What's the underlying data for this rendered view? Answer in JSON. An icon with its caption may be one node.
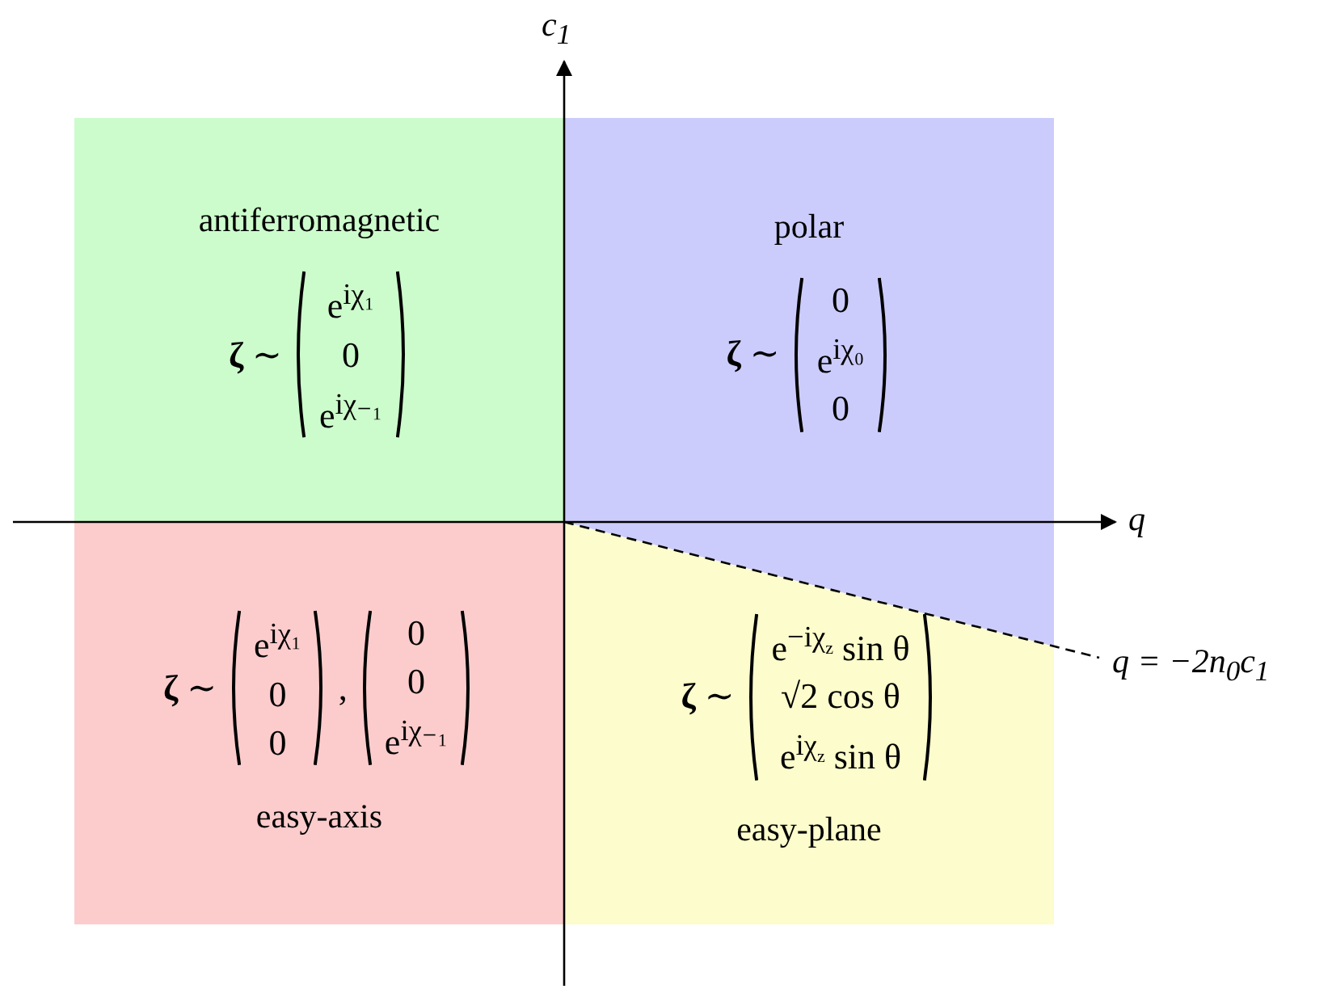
{
  "diagram": {
    "nodes": [
      {
        "text": [
          "antiferromagnetic",
          "**ζ** ∼",
          "e$^{iχ₁}$",
          "0",
          "e$^{iχ₋₁}$"
        ]
      },
      {
        "text": [
          "polar",
          "**ζ** ∼",
          "0",
          "e$^{iχ₀}$",
          "0"
        ]
      },
      {
        "text": [
          "**ζ** ∼",
          "e$^{iχ₁}$",
          "0",
          "0",
          ",",
          "0",
          "0",
          "e$^{iχ₋₁}$",
          "easy-axis"
        ]
      },
      {
        "text": [
          "**ζ** ∼",
          "e$^{−iχ}$$_{z}$ sin θ",
          "√2 cos θ",
          "e$^{iχ}$$_{z}$ sin θ",
          "easy-plane"
        ]
      }
    ],
    "labels": [
      "c$_{1}$",
      "q",
      "q = −2n$_{0}$c$_{1}$"
    ]
  }
}
